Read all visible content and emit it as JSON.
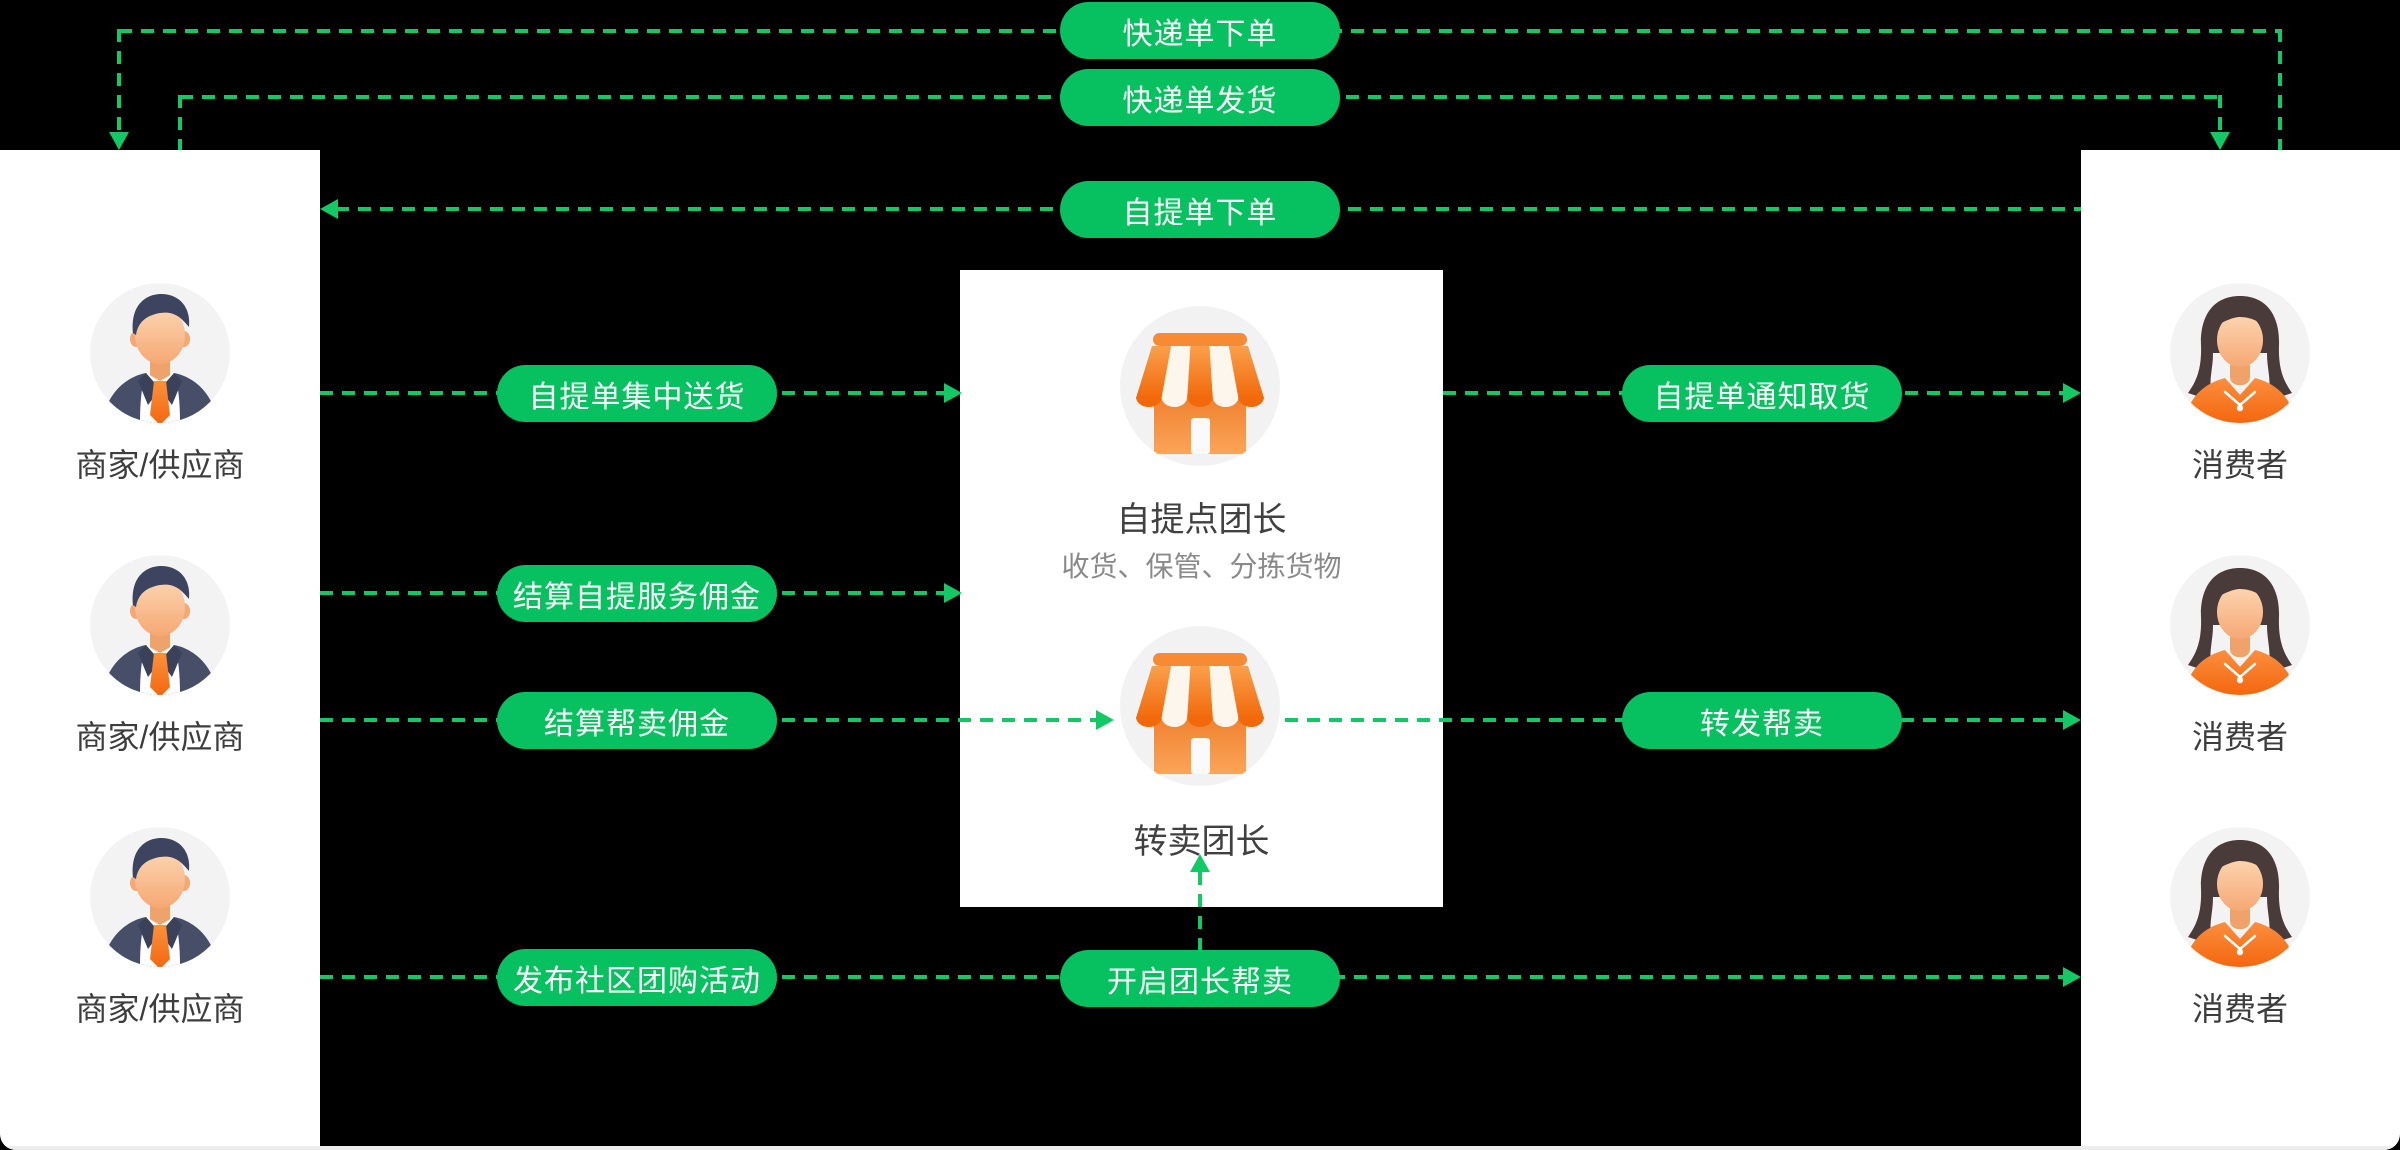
{
  "left_actors": [
    {
      "label": "商家/供应商"
    },
    {
      "label": "商家/供应商"
    },
    {
      "label": "商家/供应商"
    }
  ],
  "right_actors": [
    {
      "label": "消费者"
    },
    {
      "label": "消费者"
    },
    {
      "label": "消费者"
    }
  ],
  "center": {
    "pickup_leader": {
      "title": "自提点团长",
      "subtitle": "收货、保管、分拣货物"
    },
    "resale_leader": {
      "title": "转卖团长"
    }
  },
  "flows": {
    "express_order": "快递单下单",
    "express_ship": "快递单发货",
    "pickup_order": "自提单下单",
    "pickup_delivery": "自提单集中送货",
    "pickup_commission": "结算自提服务佣金",
    "resale_commission": "结算帮卖佣金",
    "publish_activity": "发布社区团购活动",
    "enable_resale": "开启团长帮卖",
    "pickup_notify": "自提单通知取货",
    "forward_resale": "转发帮卖"
  },
  "colors": {
    "pill_green": "#07C160",
    "dash_green": "#12C966",
    "background": "#000000",
    "panel_white": "#FFFFFF",
    "title_text": "#404040",
    "subtitle_text": "#8A8A8A",
    "store_orange": "#F4720F",
    "suit_navy": "#474F68"
  }
}
